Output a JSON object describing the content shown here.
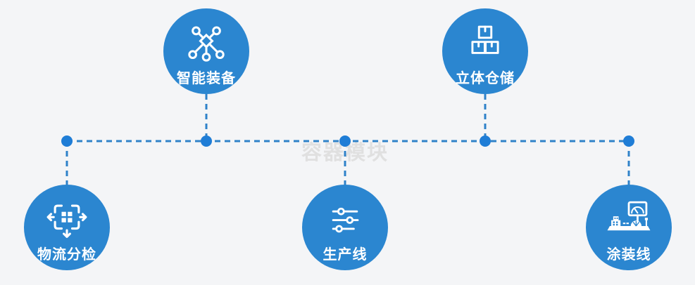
{
  "watermark": "容器模块",
  "colors": {
    "bg": "#f4f5f7",
    "node-blue": "#2b86d0",
    "line-blue": "#2f82c9",
    "dot-blue": "#1f7dd6",
    "label-white": "#ffffff",
    "watermark-gray": "#e0e0e0"
  },
  "nodes": [
    {
      "label": "智能装备",
      "icon": "network-nodes-icon"
    },
    {
      "label": "立体仓储",
      "icon": "stacked-boxes-icon"
    },
    {
      "label": "物流分检",
      "icon": "sort-distribute-icon"
    },
    {
      "label": "生产线",
      "icon": "sliders-icon"
    },
    {
      "label": "涂装线",
      "icon": "machine-monitor-icon"
    }
  ]
}
